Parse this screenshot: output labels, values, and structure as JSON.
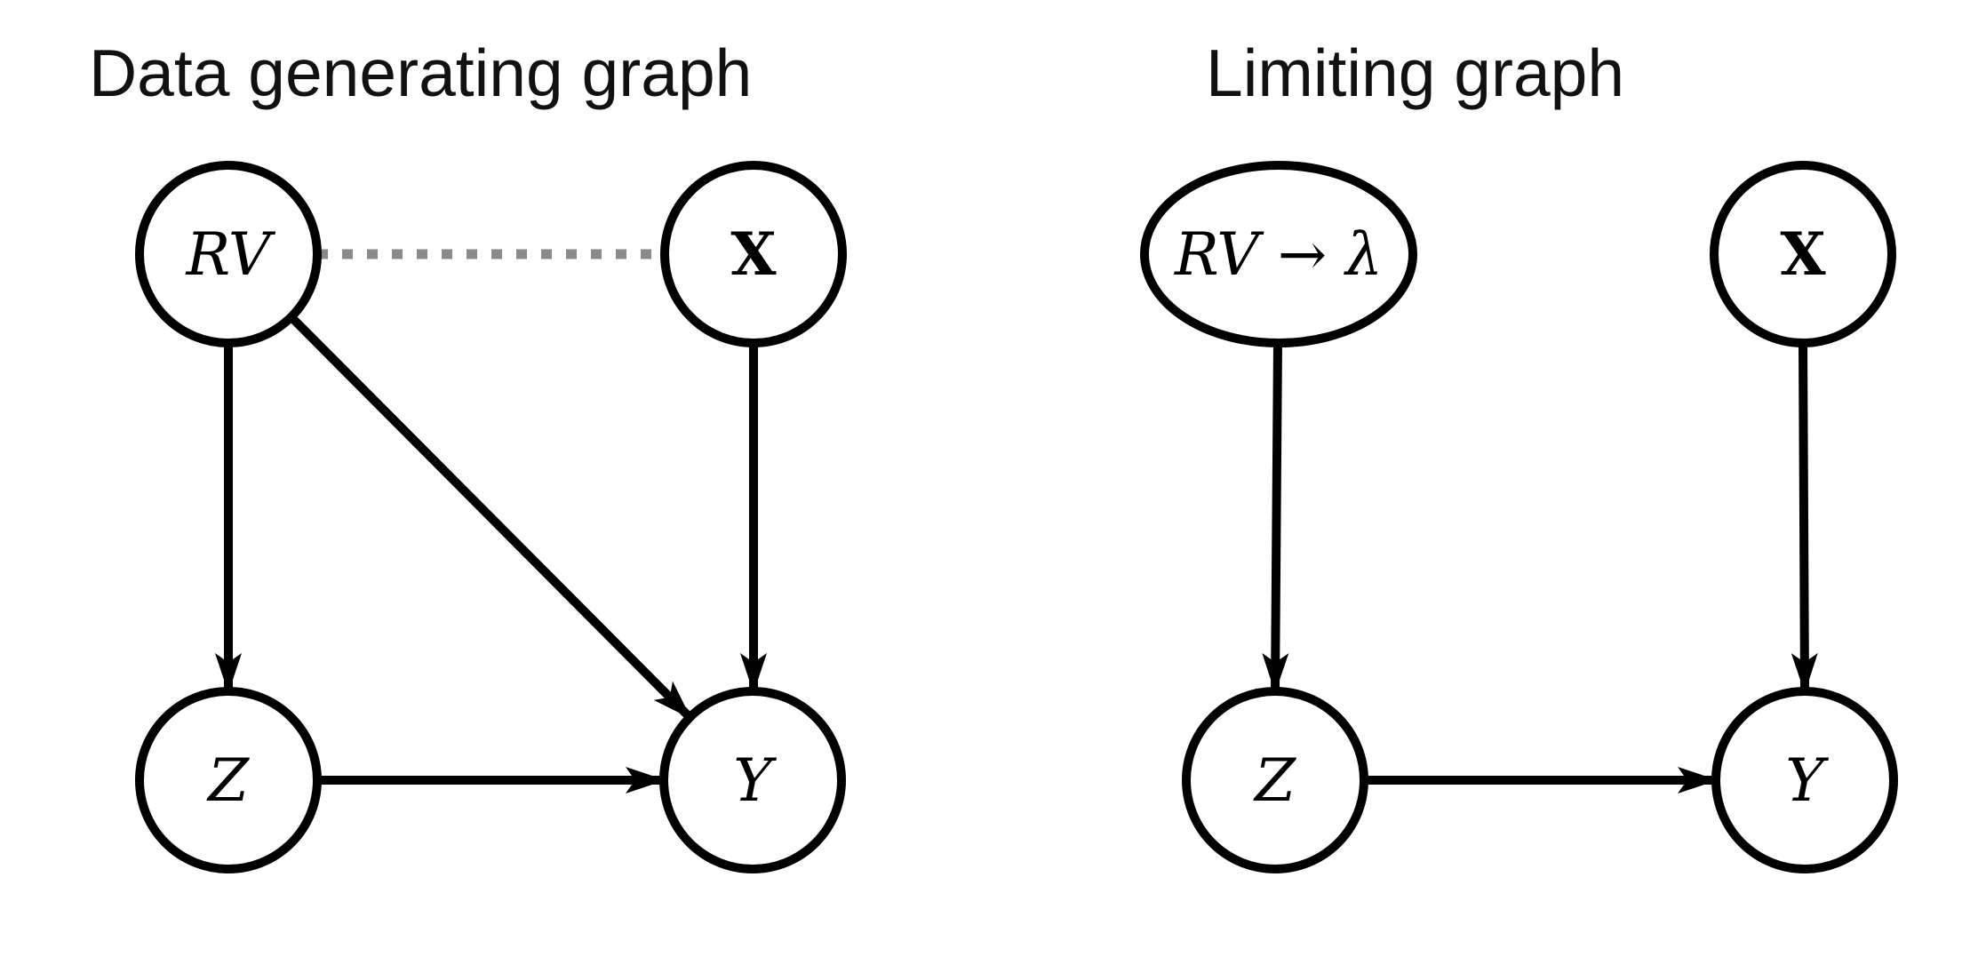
{
  "figure_type": "causal-dag-pair",
  "colors": {
    "background": "#ffffff",
    "node_stroke": "#000000",
    "edge": "#000000",
    "dashed_edge": "#8a8a8a",
    "label": "#000000"
  },
  "left": {
    "title": "Data generating graph",
    "nodes": {
      "rv": "RV",
      "x": "X",
      "z": "Z",
      "y": "Y"
    },
    "edges": [
      {
        "from": "RV",
        "to": "X",
        "type": "dashed-undirected"
      },
      {
        "from": "RV",
        "to": "Z",
        "type": "directed"
      },
      {
        "from": "RV",
        "to": "Y",
        "type": "directed"
      },
      {
        "from": "X",
        "to": "Y",
        "type": "directed"
      },
      {
        "from": "Z",
        "to": "Y",
        "type": "directed"
      }
    ]
  },
  "right": {
    "title": "Limiting graph",
    "nodes": {
      "rv_lambda": "RV → λ",
      "x": "X",
      "z": "Z",
      "y": "Y"
    },
    "edges": [
      {
        "from": "RV → λ",
        "to": "Z",
        "type": "directed"
      },
      {
        "from": "X",
        "to": "Y",
        "type": "directed"
      },
      {
        "from": "Z",
        "to": "Y",
        "type": "directed"
      }
    ]
  }
}
